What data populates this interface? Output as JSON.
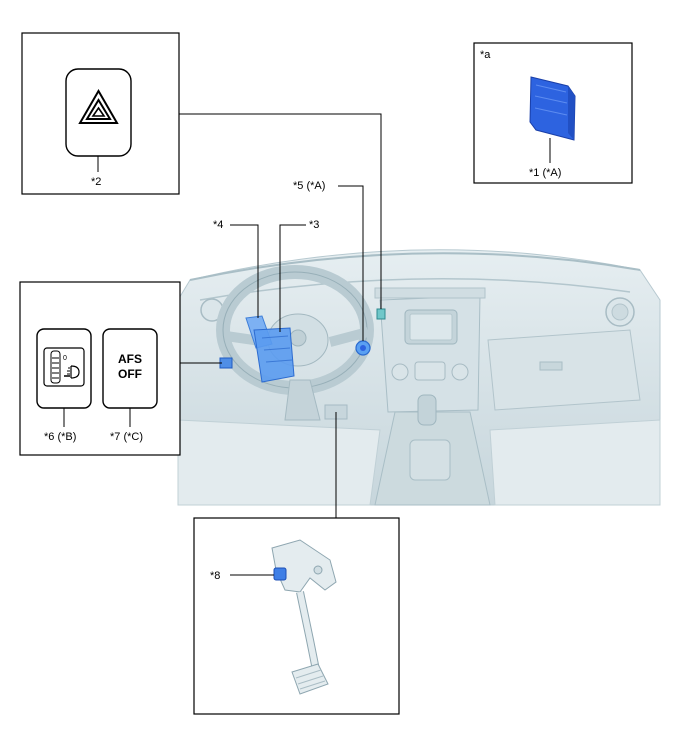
{
  "labels": {
    "a": "*a",
    "n1": "*1 (*A)",
    "n2": "*2",
    "n3": "*3",
    "n4": "*4",
    "n5": "*5 (*A)",
    "n6": "*6 (*B)",
    "n7": "*7 (*C)",
    "n8": "*8"
  },
  "afs_button": {
    "line1": "AFS",
    "line2": "OFF"
  },
  "colors": {
    "module_blue": "#2d63e0",
    "dash_gray": "#cfdde3",
    "highlight_blue": "#5a9bf0"
  }
}
